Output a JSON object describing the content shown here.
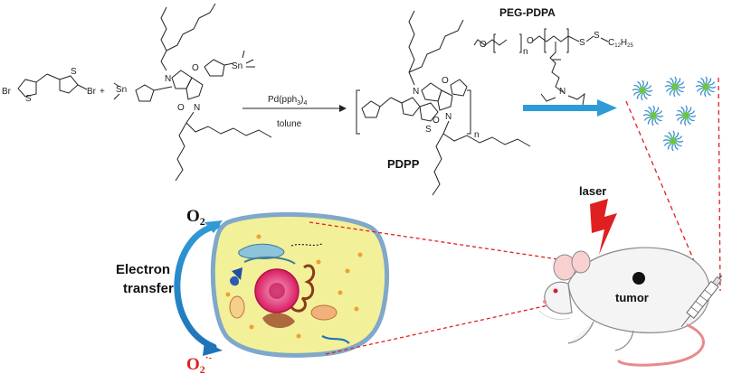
{
  "reactants": {
    "br_left": "Br",
    "br_right": "Br",
    "sn_left": "Sn",
    "sn_right": "Sn",
    "n_top": "N",
    "n_bottom": "N",
    "o_top": "O",
    "o_bottom": "O",
    "s_atom": "S",
    "plus": "+"
  },
  "reaction": {
    "catalyst_main": "Pd(pph",
    "catalyst_sub": "3",
    "catalyst_end": ")",
    "catalyst_sub2": "4",
    "solvent": "tolune"
  },
  "product": {
    "label": "PDPP",
    "repeat": "n"
  },
  "polymer": {
    "label": "PEG-PDPA",
    "atom_o": "O",
    "repeat_n": "n",
    "chain_c": "C",
    "chain_sub": "12",
    "chain_h": "H",
    "chain_sub2": "25"
  },
  "cell": {
    "o2_top": "O",
    "o2_top_sub": "2",
    "o2_bottom": "O",
    "o2_bottom_sub": "2",
    "o2_bottom_sup": "·-",
    "electron_line1": "Electron",
    "electron_line2": "transfer"
  },
  "mouse": {
    "laser": "laser",
    "tumor": "tumor"
  },
  "colors": {
    "arrow_blue": "#2f9bd6",
    "red": "#e02020",
    "nanoparticle_core": "#6cc644",
    "nanoparticle_arms": "#3a8fd0",
    "cell_fill": "#f3f09a",
    "cell_edge": "#7fa8c9",
    "nucleus": "#e0286a"
  },
  "icons": [
    "lightning-icon",
    "syringe-icon",
    "mouse-icon",
    "cell-icon",
    "nanoparticle-icon"
  ]
}
